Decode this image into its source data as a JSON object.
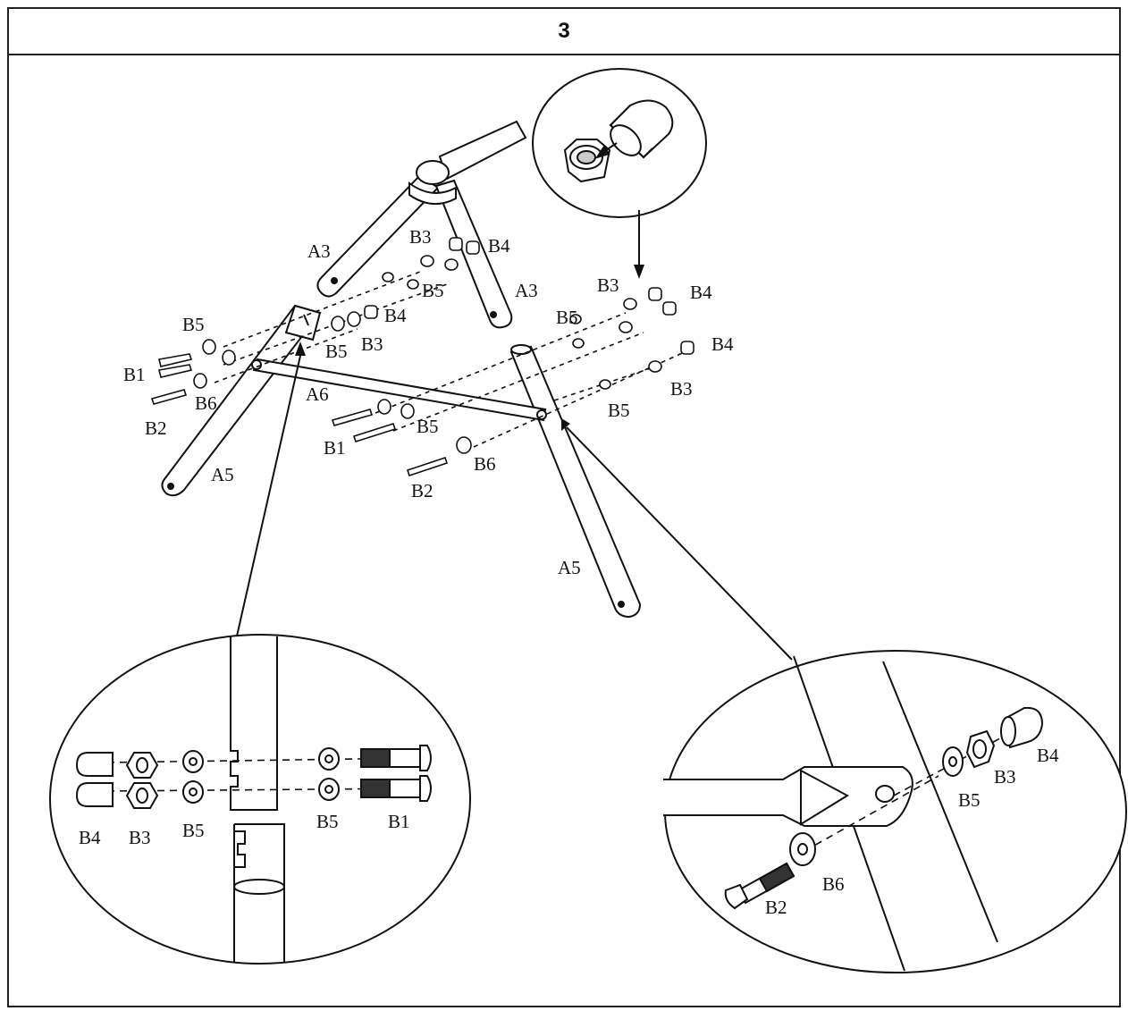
{
  "step": {
    "number": "3"
  },
  "labels": {
    "a3_left": "A3",
    "a3_right": "A3",
    "a5_left": "A5",
    "a5_right": "A5",
    "a6": "A6",
    "b3_top": "B3",
    "b4_top": "B4",
    "b5_top": "B5",
    "b4_mid": "B4",
    "b3_mid": "B3",
    "b5_mid": "B5",
    "b5_left": "B5",
    "b1_left": "B1",
    "b6_left": "B6",
    "b2_left": "B2",
    "b1_center": "B1",
    "b5_center": "B5",
    "b6_center": "B6",
    "b2_center": "B2",
    "b3_right1": "B3",
    "b4_right1": "B4",
    "b5_right1": "B5",
    "b4_right2": "B4",
    "b3_right2": "B3",
    "b5_right2": "B5",
    "zl_b4": "B4",
    "zl_b3": "B3",
    "zl_b5a": "B5",
    "zl_b5b": "B5",
    "zl_b1": "B1",
    "zr_b4": "B4",
    "zr_b3": "B3",
    "zr_b5": "B5",
    "zr_b6": "B6",
    "zr_b2": "B2"
  }
}
